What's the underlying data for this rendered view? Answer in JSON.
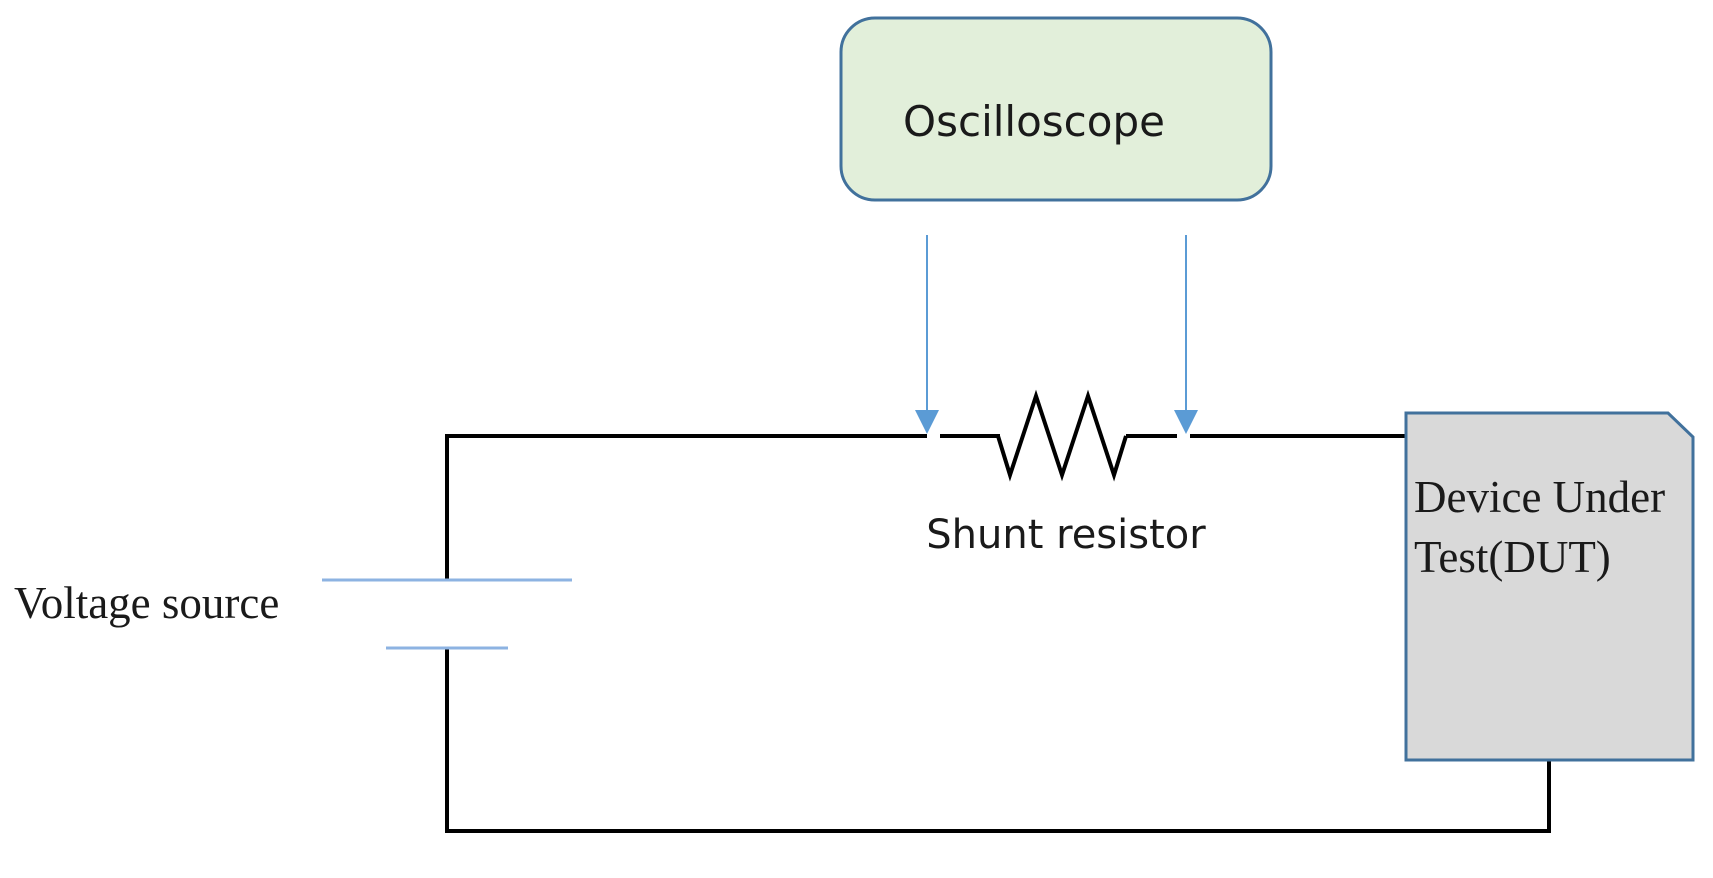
{
  "oscilloscope": {
    "label": "Oscilloscope"
  },
  "resistor": {
    "label": "Shunt resistor"
  },
  "source": {
    "label": "Voltage source"
  },
  "dut": {
    "line1": "Device Under",
    "line2": "Test(DUT)"
  },
  "colors": {
    "wire": "#000000",
    "probe": "#5b9bd5",
    "oscilloscope_fill": "#e2efda",
    "oscilloscope_border": "#41719c",
    "dut_fill": "#d9d9d9",
    "dut_border": "#41719c",
    "battery_plate": "#8db3e2"
  }
}
